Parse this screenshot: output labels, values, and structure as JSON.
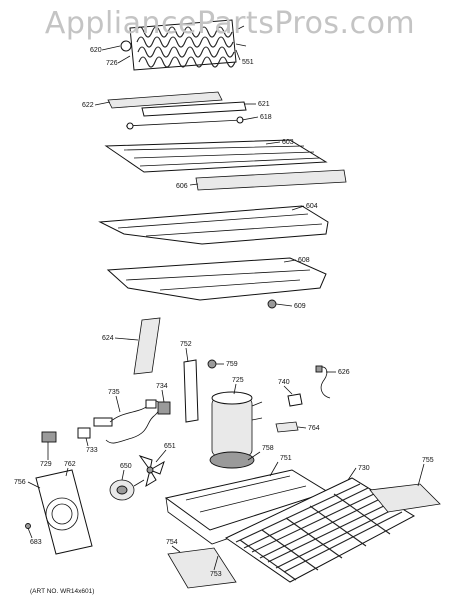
{
  "watermark": "AppliancePartsPros.com",
  "art_number": "(ART NO. WR14x601)",
  "parts": [
    {
      "id": "p620",
      "label": "620"
    },
    {
      "id": "p726",
      "label": "726"
    },
    {
      "id": "p551",
      "label": "551"
    },
    {
      "id": "p622",
      "label": "622"
    },
    {
      "id": "p621",
      "label": "621"
    },
    {
      "id": "p618",
      "label": "618"
    },
    {
      "id": "p603",
      "label": "603"
    },
    {
      "id": "p606",
      "label": "606"
    },
    {
      "id": "p604",
      "label": "604"
    },
    {
      "id": "p608",
      "label": "608"
    },
    {
      "id": "p609",
      "label": "609"
    },
    {
      "id": "p624",
      "label": "624"
    },
    {
      "id": "p752",
      "label": "752"
    },
    {
      "id": "p759",
      "label": "759"
    },
    {
      "id": "p725",
      "label": "725"
    },
    {
      "id": "p740",
      "label": "740"
    },
    {
      "id": "p626",
      "label": "626"
    },
    {
      "id": "p735",
      "label": "735"
    },
    {
      "id": "p734",
      "label": "734"
    },
    {
      "id": "p764",
      "label": "764"
    },
    {
      "id": "p651",
      "label": "651"
    },
    {
      "id": "p758",
      "label": "758"
    },
    {
      "id": "p751",
      "label": "751"
    },
    {
      "id": "p733",
      "label": "733"
    },
    {
      "id": "p729",
      "label": "729"
    },
    {
      "id": "p762",
      "label": "762"
    },
    {
      "id": "p650",
      "label": "650"
    },
    {
      "id": "p730",
      "label": "730"
    },
    {
      "id": "p755",
      "label": "755"
    },
    {
      "id": "p756",
      "label": "756"
    },
    {
      "id": "p683",
      "label": "683"
    },
    {
      "id": "p754",
      "label": "754"
    },
    {
      "id": "p753",
      "label": "753"
    }
  ]
}
